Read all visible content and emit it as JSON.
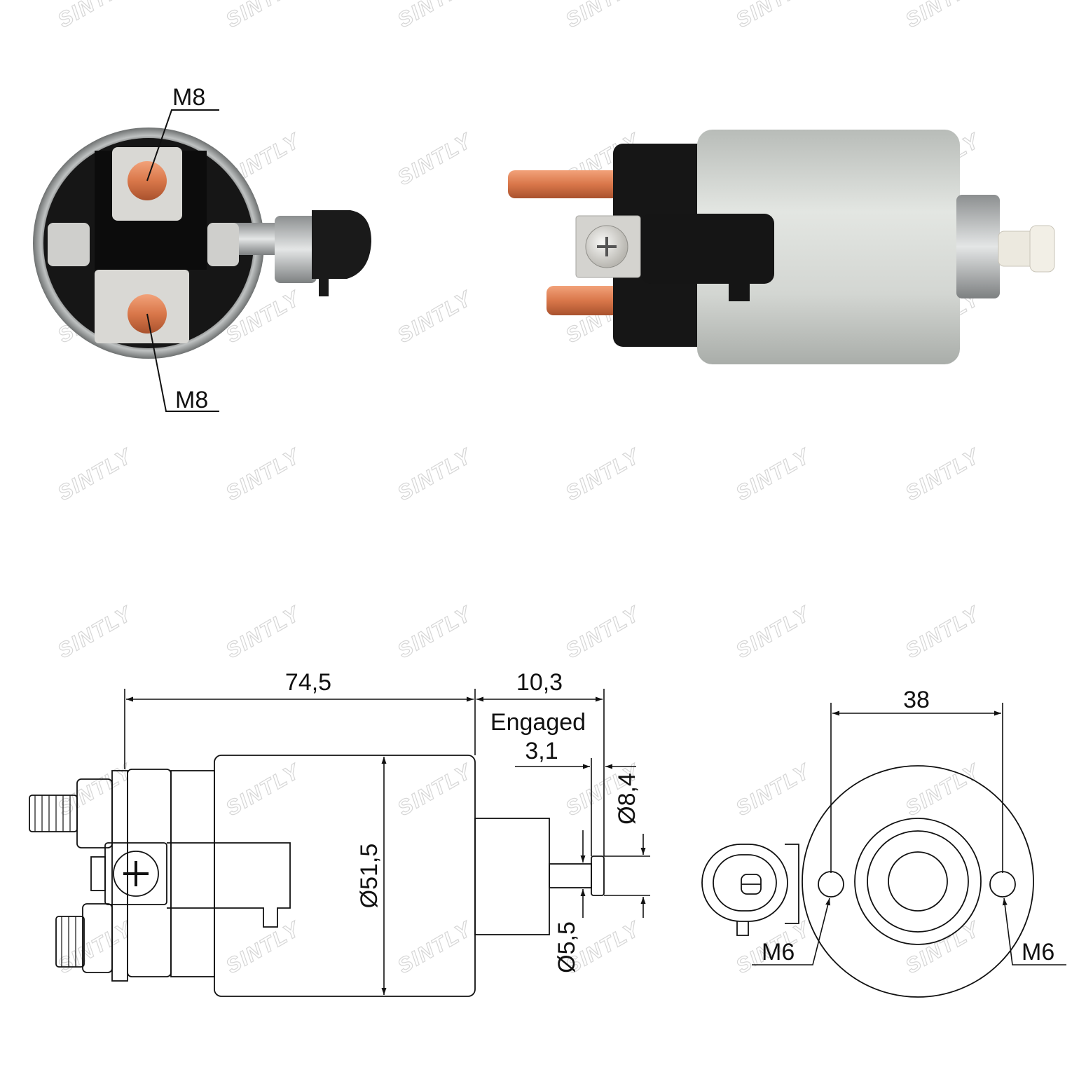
{
  "watermark": "SINTLY",
  "photo_labels": {
    "top_stud": "M8",
    "bottom_stud": "M8"
  },
  "drawing_labels": {
    "length": "74,5",
    "plunger_travel": "10,3",
    "engaged_label": "Engaged",
    "engaged_value": "3,1",
    "body_diameter": "Ø51,5",
    "plunger_head_diameter": "Ø8,4",
    "plunger_shaft_diameter": "Ø5,5",
    "mount_spacing": "38",
    "left_mount_thread": "M6",
    "right_mount_thread": "M6"
  },
  "colors": {
    "line": "#111111",
    "copper": "#d9774a",
    "body_gray": "#cfd3cf",
    "black_part": "#141414",
    "watermark": "#d6d6d6"
  }
}
